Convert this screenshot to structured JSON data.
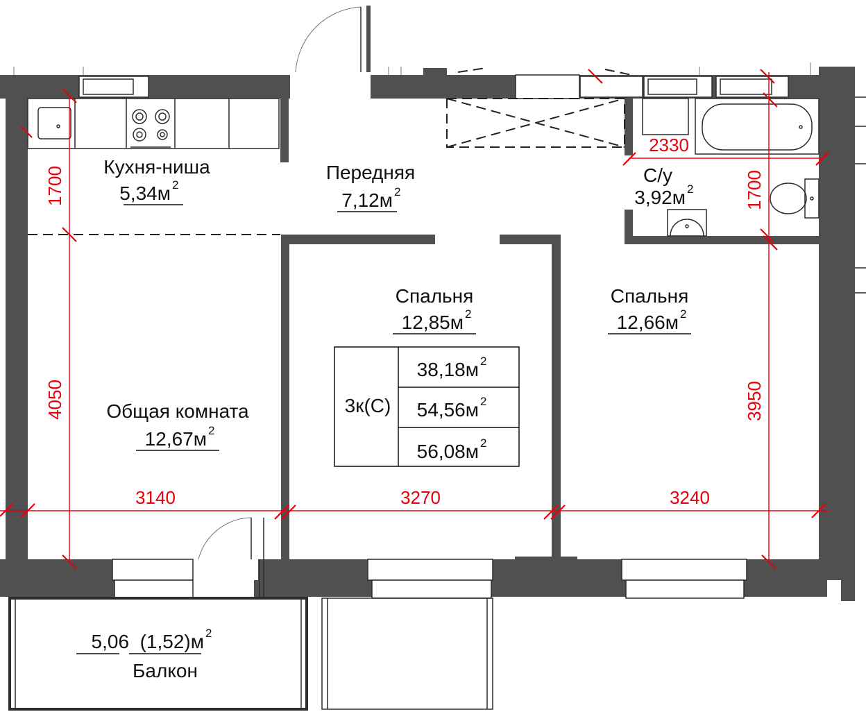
{
  "rooms": {
    "kitchen": {
      "name": "Кухня-ниша",
      "area": "5,34м",
      "sup": "2"
    },
    "hall": {
      "name": "Передняя",
      "area": "7,12м",
      "sup": "2"
    },
    "bath": {
      "name": "С/у",
      "area": "3,92м",
      "sup": "2"
    },
    "bedroom_mid": {
      "name": "Спальня",
      "area": "12,85м",
      "sup": "2"
    },
    "bedroom_right": {
      "name": "Спальня",
      "area": "12,66м",
      "sup": "2"
    },
    "living": {
      "name": "Общая комната",
      "area": "12,67м",
      "sup": "2"
    },
    "balcony": {
      "name": "Балкон",
      "area": "5,06  (1,52)м",
      "sup": "2"
    }
  },
  "summary": {
    "type": "3к(С)",
    "areas": [
      {
        "value": "38,18м",
        "sup": "2"
      },
      {
        "value": "54,56м",
        "sup": "2"
      },
      {
        "value": "56,08м",
        "sup": "2"
      }
    ]
  },
  "dimensions": {
    "left_top": "1700",
    "left_main": "4050",
    "bottom_left": "3140",
    "bottom_mid": "3270",
    "bottom_right": "3240",
    "bath_width": "2330",
    "right_top": "1700",
    "right_main": "3950"
  },
  "colors": {
    "wall": "#505050",
    "dimension": "#e8000b",
    "text": "#111111"
  }
}
